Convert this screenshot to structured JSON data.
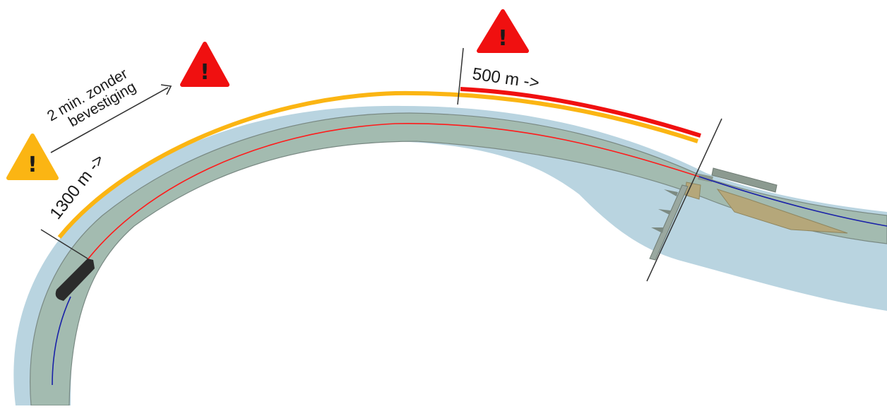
{
  "labels": {
    "distance_warning": "1300 m ->",
    "distance_danger": "500 m ->",
    "note_line1": "2 min. zonder",
    "note_line2": "bevestiging"
  },
  "icons": {
    "warning_yellow": "warning-triangle-icon",
    "warning_red": "warning-triangle-icon",
    "vessel": "ship-icon",
    "arrow": "arrow-icon"
  },
  "colors": {
    "water_outer": "#b9d4e0",
    "fairway": "#a3bbb0",
    "fairway_edge": "#7a8a84",
    "planned_route": "#ff1a1a",
    "track_route": "#1a22a8",
    "warning_zone": "#fbb513",
    "danger_zone": "#f01010",
    "jetty": "#b5a77a",
    "vessel": "#2b2b2b"
  }
}
